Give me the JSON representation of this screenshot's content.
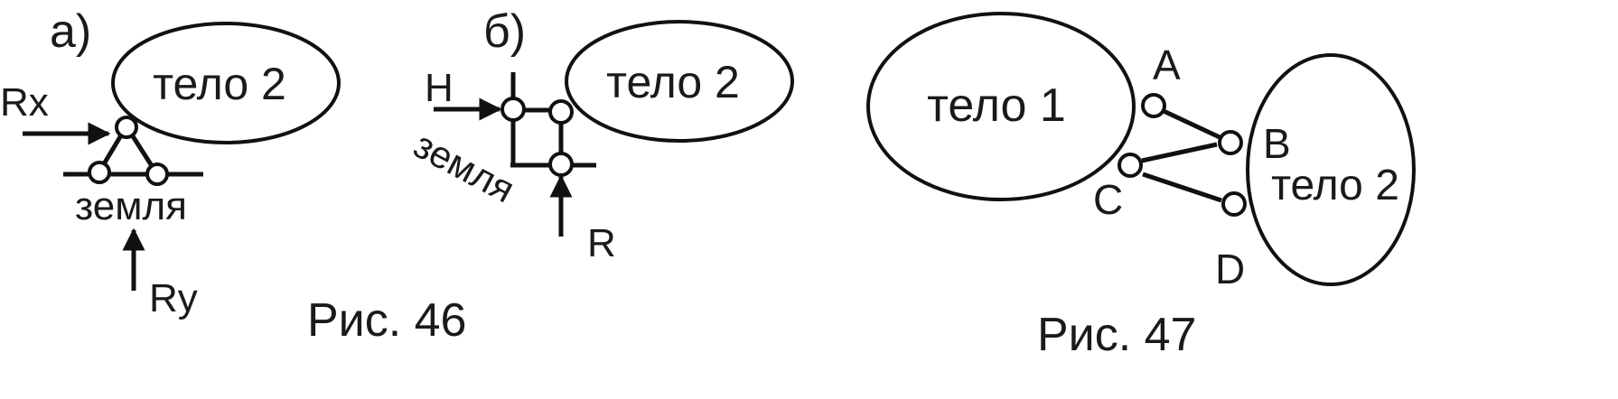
{
  "fig46": {
    "label_a": "а)",
    "label_b": "б)",
    "a": {
      "body_label": "тело 2",
      "ground_label": "земля",
      "rx_label": "Rx",
      "ry_label": "Ry"
    },
    "b": {
      "body_label": "тело 2",
      "ground_label": "земля",
      "h_label": "H",
      "r_label": "R"
    },
    "caption": "Рис. 46"
  },
  "fig47": {
    "body1_label": "тело 1",
    "body2_label": "тело 2",
    "point_a": "A",
    "point_b": "B",
    "point_c": "C",
    "point_d": "D",
    "caption": "Рис. 47"
  }
}
